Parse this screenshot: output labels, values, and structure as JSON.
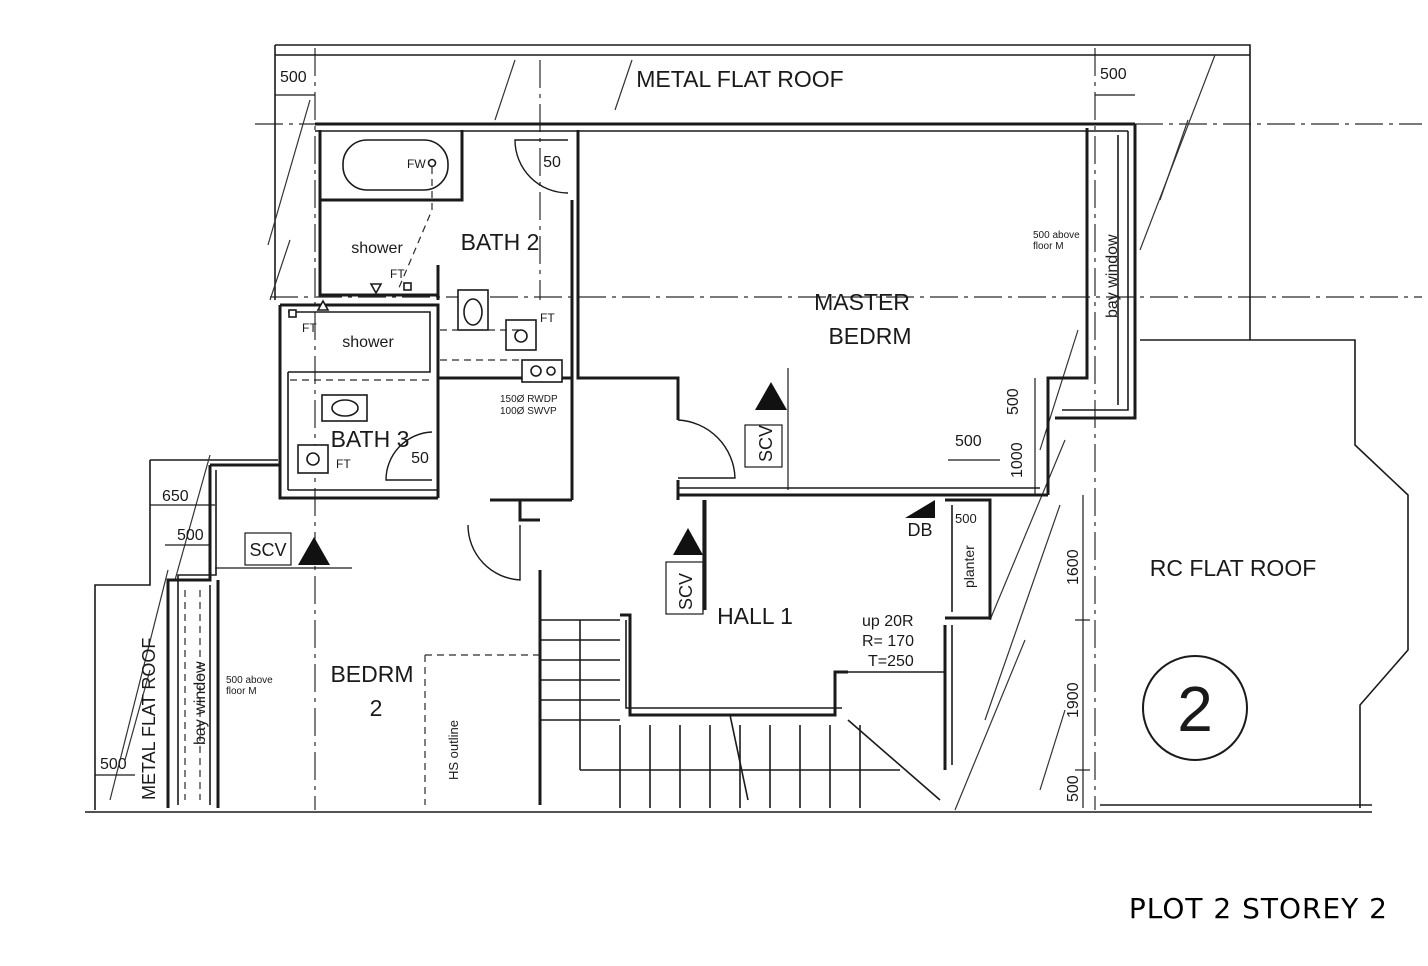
{
  "title": "PLOT 2 STOREY 2",
  "plot_number": "2",
  "rooms": {
    "metal_flat_roof_top": "METAL FLAT ROOF",
    "bath2": "BATH 2",
    "master_1": "MASTER",
    "master_2": "BEDRM",
    "bath3": "BATH 3",
    "hall1": "HALL 1",
    "bedrm2_1": "BEDRM",
    "bedrm2_2": "2",
    "rc_flat_roof": "RC FLAT ROOF",
    "metal_flat_roof_left": "METAL FLAT ROOF"
  },
  "labels": {
    "shower_upper": "shower",
    "shower_lower": "shower",
    "fw": "FW",
    "ft_bath2_shower": "FT",
    "ft_bath2_basin": "FT",
    "ft_bath3_shower": "FT",
    "ft_bath3_basin": "FT",
    "door_clearance_bath2": "50",
    "door_clearance_bath3": "50",
    "rwdp": "150Ø RWDP",
    "swvp": "100Ø SWVP",
    "bay_window_right": "bay window",
    "bay_window_left": "bay window",
    "above_floor_right_1": "500 above",
    "above_floor_right_2": "floor M",
    "above_floor_left_1": "500 above",
    "above_floor_left_2": "floor M",
    "scv_master": "SCV",
    "scv_hall": "SCV",
    "scv_bedrm": "SCV",
    "db": "DB",
    "planter": "planter",
    "stair_1": "up 20R",
    "stair_2": "R= 170",
    "stair_3": "T=250",
    "hs_outline": "HS outline"
  },
  "dimensions": {
    "top_left": "500",
    "top_right": "500",
    "master_500_h": "500",
    "master_500_v": "500",
    "master_1000": "1000",
    "planter_500": "500",
    "right_1600": "1600",
    "right_1900": "1900",
    "right_500": "500",
    "left_650": "650",
    "left_500": "500",
    "left_bottom_500": "500"
  }
}
